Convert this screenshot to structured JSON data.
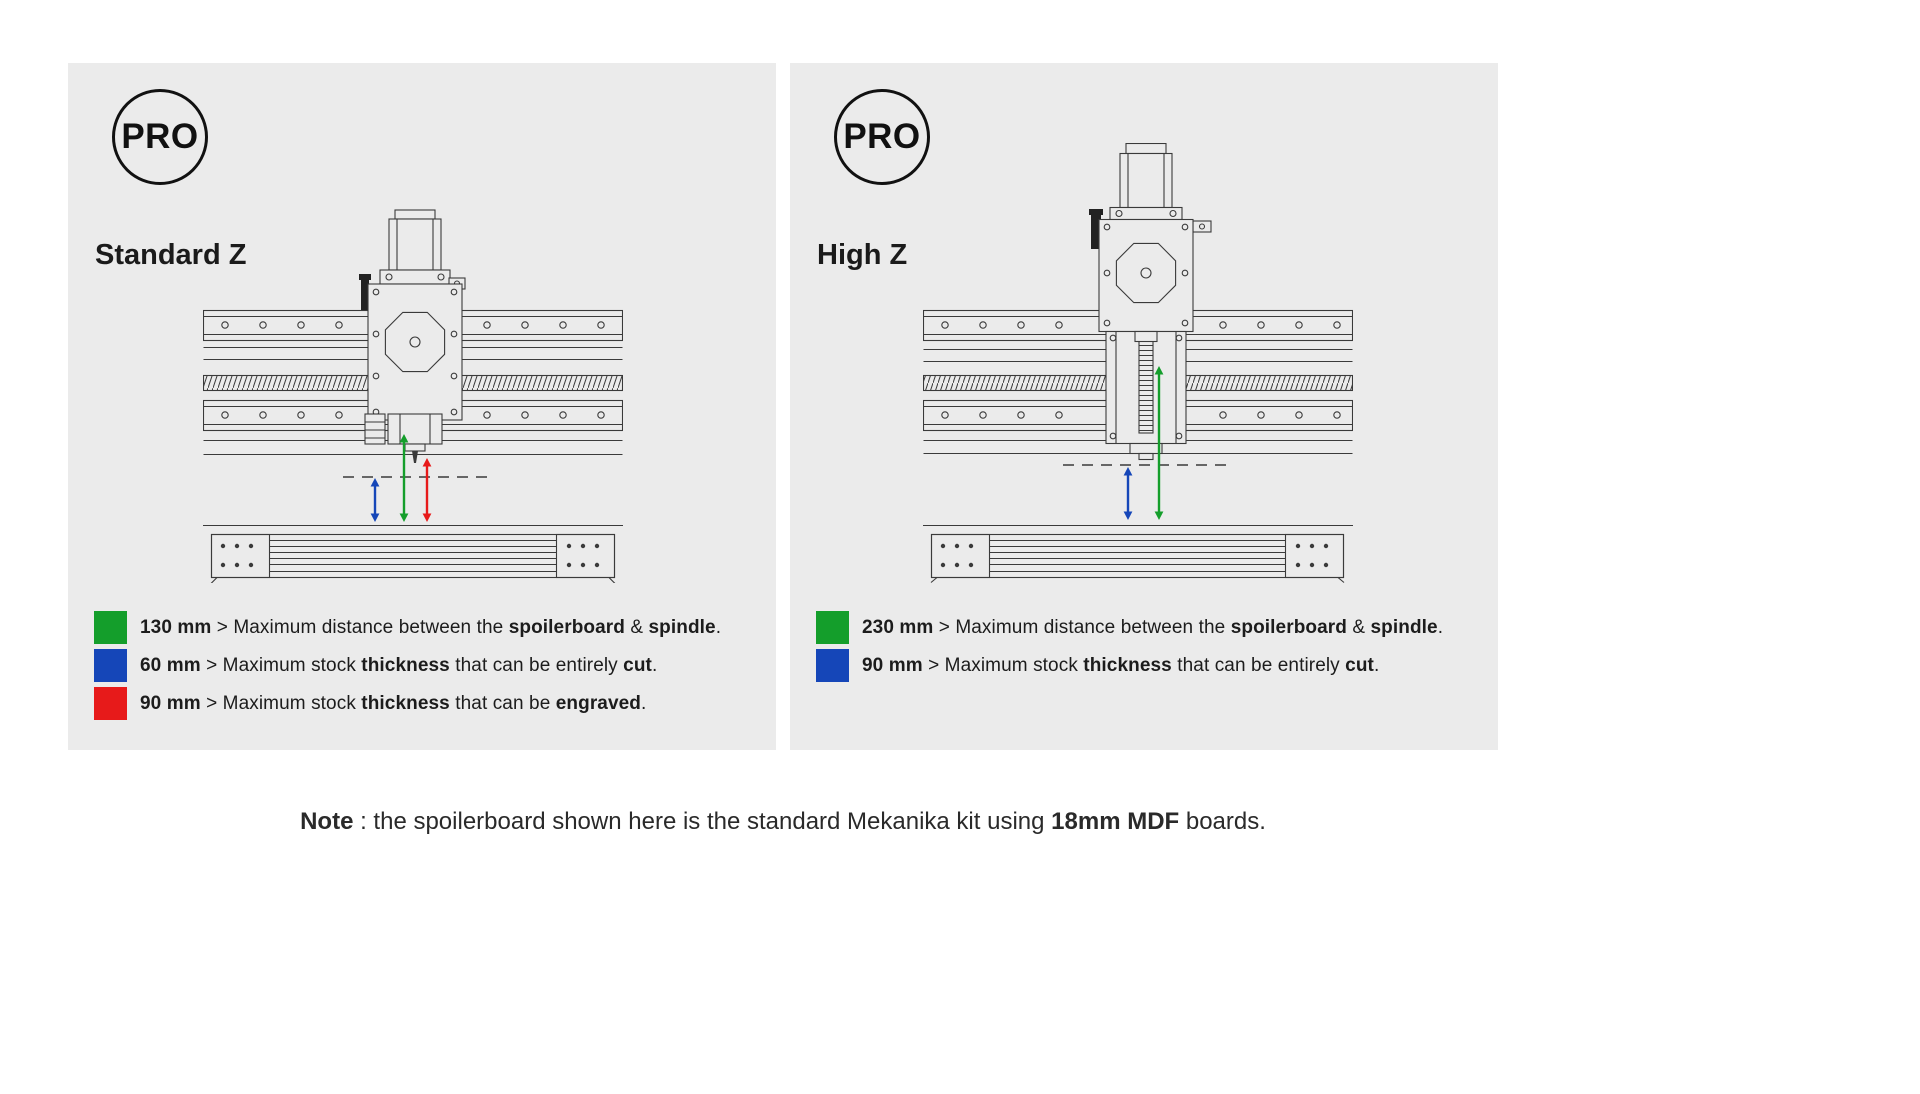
{
  "page": {
    "background": "#ffffff",
    "panel_background": "#ebebeb"
  },
  "panels": [
    {
      "badge": "PRO",
      "title": "Standard Z",
      "legend": [
        {
          "name": "max-distance",
          "color": "#149e2b",
          "segments": [
            {
              "t": "130 mm",
              "b": true
            },
            {
              "t": " > Maximum distance between the ",
              "b": false
            },
            {
              "t": "spoilerboard",
              "b": true
            },
            {
              "t": " & ",
              "b": false
            },
            {
              "t": "spindle",
              "b": true
            },
            {
              "t": ".",
              "b": false
            }
          ]
        },
        {
          "name": "cut-thickness",
          "color": "#1546b8",
          "segments": [
            {
              "t": "60 mm",
              "b": true
            },
            {
              "t": " > Maximum stock ",
              "b": false
            },
            {
              "t": "thickness",
              "b": true
            },
            {
              "t": " that can be entirely ",
              "b": false
            },
            {
              "t": "cut",
              "b": true
            },
            {
              "t": ".",
              "b": false
            }
          ]
        },
        {
          "name": "engrave-thickness",
          "color": "#e71a1a",
          "segments": [
            {
              "t": "90 mm",
              "b": true
            },
            {
              "t": " > Maximum stock ",
              "b": false
            },
            {
              "t": "thickness",
              "b": true
            },
            {
              "t": " that can be ",
              "b": false
            },
            {
              "t": "engraved",
              "b": true
            },
            {
              "t": ".",
              "b": false
            }
          ]
        }
      ]
    },
    {
      "badge": "PRO",
      "title": "High Z",
      "legend": [
        {
          "name": "max-distance",
          "color": "#149e2b",
          "segments": [
            {
              "t": "230 mm",
              "b": true
            },
            {
              "t": " > Maximum distance between the ",
              "b": false
            },
            {
              "t": "spoilerboard",
              "b": true
            },
            {
              "t": " & ",
              "b": false
            },
            {
              "t": "spindle",
              "b": true
            },
            {
              "t": ".",
              "b": false
            }
          ]
        },
        {
          "name": "cut-thickness",
          "color": "#1546b8",
          "segments": [
            {
              "t": "90 mm",
              "b": true
            },
            {
              "t": " > Maximum stock ",
              "b": false
            },
            {
              "t": "thickness",
              "b": true
            },
            {
              "t": " that can be entirely ",
              "b": false
            },
            {
              "t": "cut",
              "b": true
            },
            {
              "t": ".",
              "b": false
            }
          ]
        }
      ]
    }
  ],
  "note": {
    "segments": [
      {
        "t": "Note",
        "b": true
      },
      {
        "t": " : the spoilerboard shown here is the standard Mekanika kit  using ",
        "b": false
      },
      {
        "t": "18mm MDF",
        "b": true
      },
      {
        "t": " boards.",
        "b": false
      }
    ]
  }
}
